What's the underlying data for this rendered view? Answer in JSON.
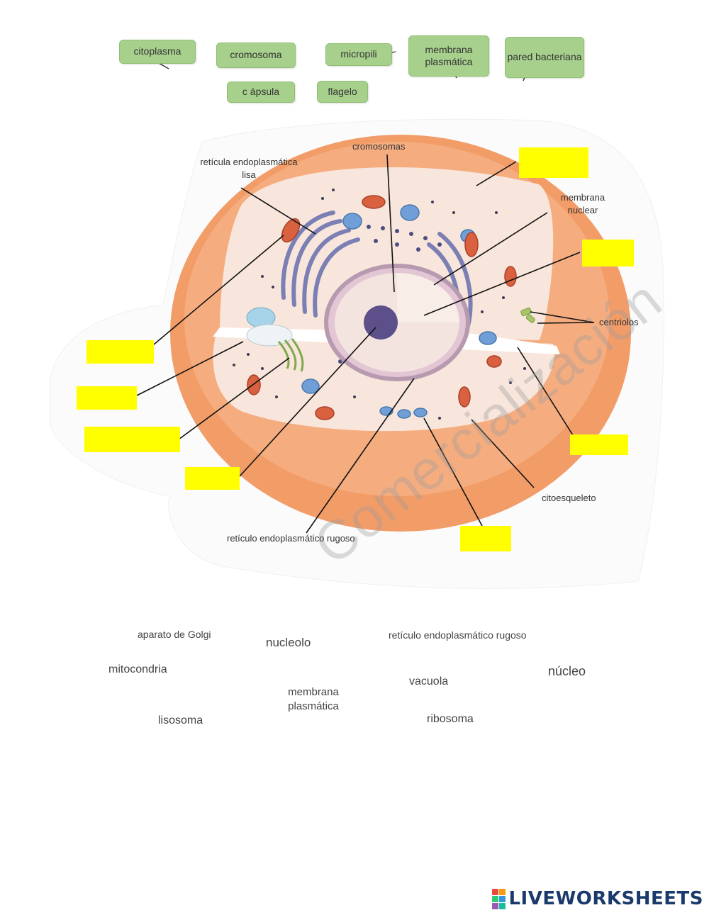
{
  "top_chips": [
    {
      "label": "citoplasma"
    },
    {
      "label": "cromosoma"
    },
    {
      "label": "micropili"
    },
    {
      "label": "membrana plasmática"
    },
    {
      "label": "pared bacteriana"
    },
    {
      "label": "c ápsula"
    },
    {
      "label": "flagelo"
    }
  ],
  "diagram_labels": {
    "reticula_lisa": "retícula endoplasmática lisa",
    "cromosomas": "cromosomas",
    "membrana_nuclear": "membrana nuclear",
    "centriolos": "centriolos",
    "citoesqueleto": "citoesqueleto",
    "reticulo_rugoso": "retículo endoplasmático rugoso"
  },
  "word_bank": [
    {
      "label": "aparato de Golgi"
    },
    {
      "label": "nucleolo"
    },
    {
      "label": "retículo endoplasmático rugoso"
    },
    {
      "label": "mitocondria"
    },
    {
      "label": "núcleo"
    },
    {
      "label": "vacuola"
    },
    {
      "label": "membrana plasmática"
    },
    {
      "label": "lisosoma"
    },
    {
      "label": "ribosoma"
    }
  ],
  "watermark": "Comercialización",
  "brand": {
    "name": "LIVEWORKSHEETS",
    "colors": [
      "#e84c3d",
      "#f39c12",
      "#2ecc71",
      "#3498db",
      "#9b59b6",
      "#1abc9c"
    ]
  },
  "colors": {
    "chip": "#a8d08d",
    "answer_box": "#ffff00",
    "cell_outer": "#f0a070",
    "cell_inner": "#f7e4d8"
  }
}
